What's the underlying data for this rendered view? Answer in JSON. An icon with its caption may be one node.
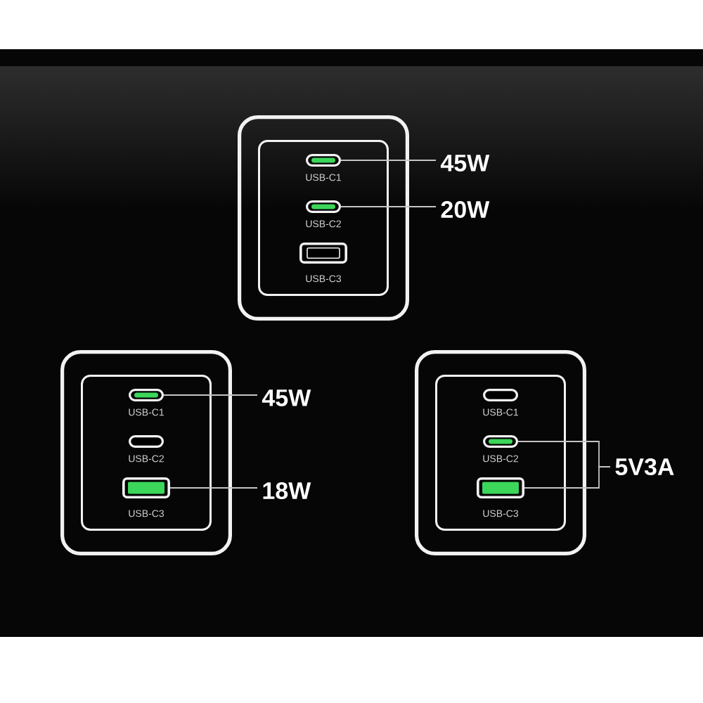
{
  "diagram": {
    "nodes": [
      {
        "text": [],
        "shape": "box"
      },
      {
        "text": [],
        "shape": "box",
        "in": 0
      },
      {
        "text": [
          "USB-C1"
        ],
        "in": 1
      },
      {
        "text": [
          "USB-C2"
        ],
        "in": 1
      },
      {
        "text": [
          "USB-C3"
        ],
        "in": 1
      },
      {
        "text": [
          "45W"
        ]
      },
      {
        "text": [
          "20W"
        ]
      },
      {
        "text": [],
        "shape": "box"
      },
      {
        "text": [],
        "shape": "box",
        "in": 7
      },
      {
        "text": [
          "USB-C1"
        ],
        "in": 8
      },
      {
        "text": [
          "USB-C2"
        ],
        "in": 8
      },
      {
        "text": [
          "USB-C3"
        ],
        "in": 8
      },
      {
        "text": [
          "45W"
        ]
      },
      {
        "text": [
          "18W"
        ]
      },
      {
        "text": [],
        "shape": "box"
      },
      {
        "text": [],
        "shape": "box",
        "in": 14
      },
      {
        "text": [
          "USB-C1"
        ],
        "in": 15
      },
      {
        "text": [
          "USB-C2"
        ],
        "in": 15
      },
      {
        "text": [
          "USB-C3"
        ],
        "in": 15
      },
      {
        "text": [
          "5V3A"
        ]
      }
    ],
    "edges": [
      {
        "from": 2,
        "to": 5,
        "arrow": "none"
      },
      {
        "from": 3,
        "to": 6,
        "arrow": "none"
      },
      {
        "from": 9,
        "to": 12,
        "arrow": "none"
      },
      {
        "from": 11,
        "to": 13,
        "arrow": "none"
      },
      {
        "from": 17,
        "to": 19,
        "arrow": "none"
      },
      {
        "from": 18,
        "to": 19,
        "arrow": "none"
      }
    ]
  }
}
